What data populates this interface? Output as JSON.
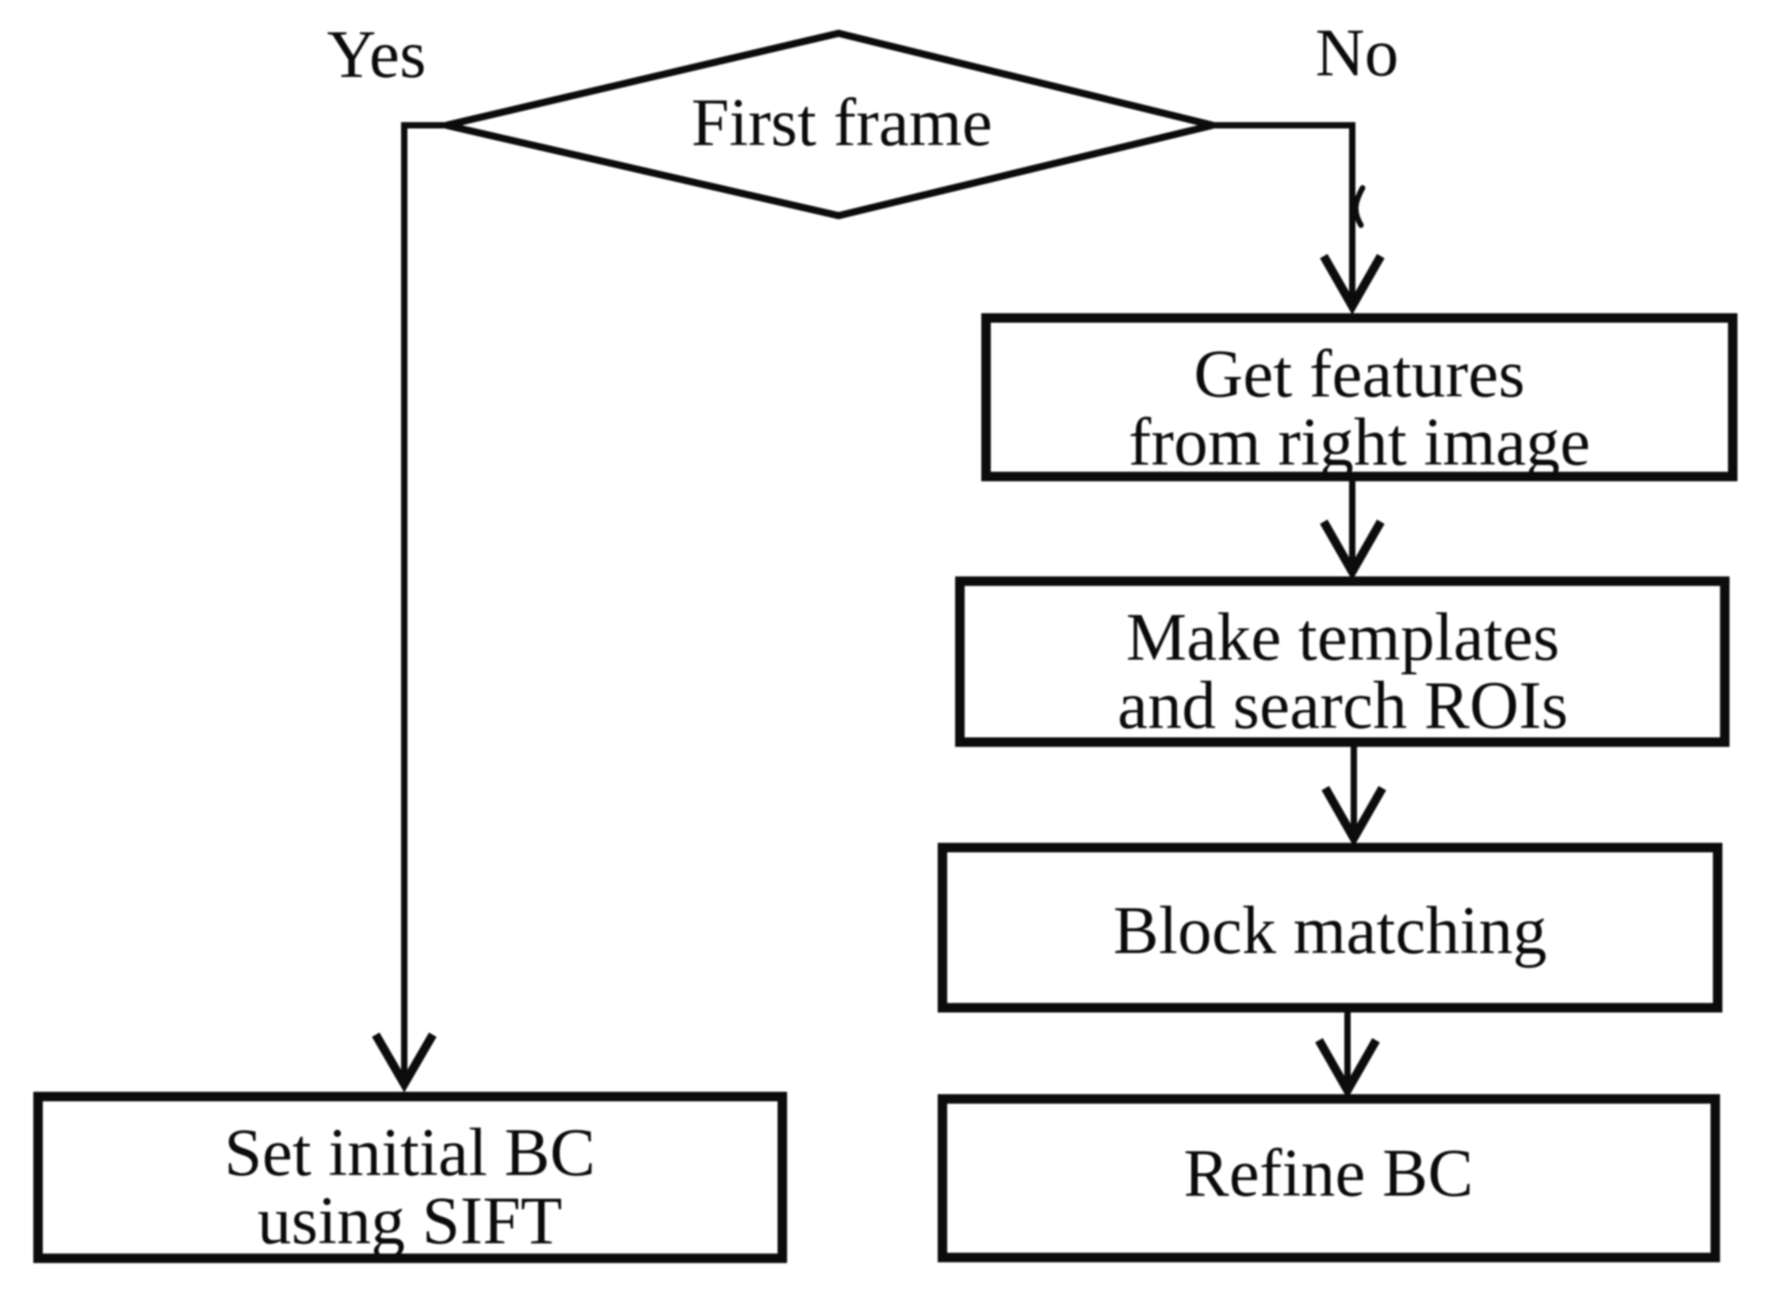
{
  "diagram": {
    "decision": {
      "label": "First frame"
    },
    "branches": {
      "yes": "Yes",
      "no": "No"
    },
    "boxes": {
      "set_initial_bc": {
        "line1": "Set initial BC",
        "line2": "using SIFT"
      },
      "get_features": {
        "line1": "Get features",
        "line2": "from right image"
      },
      "make_templates": {
        "line1": "Make templates",
        "line2": "and search ROIs"
      },
      "block_matching": {
        "label": "Block matching"
      },
      "refine_bc": {
        "label": "Refine BC"
      }
    },
    "colors": {
      "stroke": "#0c0c0c",
      "background": "#ffffff",
      "text": "#0b0b0b"
    }
  }
}
